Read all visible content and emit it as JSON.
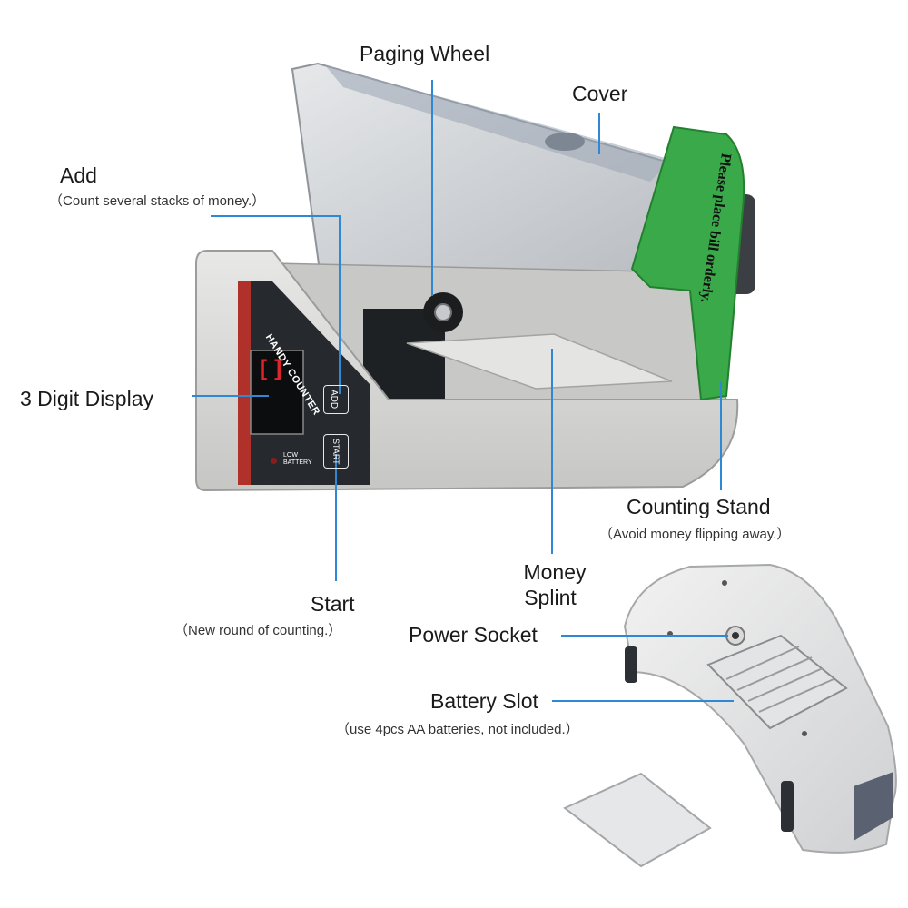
{
  "colors": {
    "callout_line": "#2f88d6",
    "device_body": "#d9dad8",
    "cover": "#c9ccd0",
    "stand": "#3aa94a",
    "panel": "#262a2e",
    "panel_stripe": "#b0302a",
    "display_digit": "#e0262a"
  },
  "device": {
    "panel_text": "HANDY COUNTER",
    "display_value": "[]",
    "add_button": "ADD",
    "start_button": "START",
    "low_battery": "LOW BATTERY",
    "stand_text": "Please place bill orderly."
  },
  "labels": {
    "paging_wheel": "Paging Wheel",
    "cover": "Cover",
    "add_title": "Add",
    "add_note": "（Count several stacks of money.）",
    "display": "3 Digit Display",
    "counting_stand_title": "Counting Stand",
    "counting_stand_note": "（Avoid money flipping away.）",
    "money_splint_line1": "Money",
    "money_splint_line2": "Splint",
    "start_title": "Start",
    "start_note": "（New round of counting.）",
    "power_socket": "Power Socket",
    "battery_slot": "Battery Slot",
    "battery_note": "（use 4pcs AA batteries, not included.）"
  }
}
